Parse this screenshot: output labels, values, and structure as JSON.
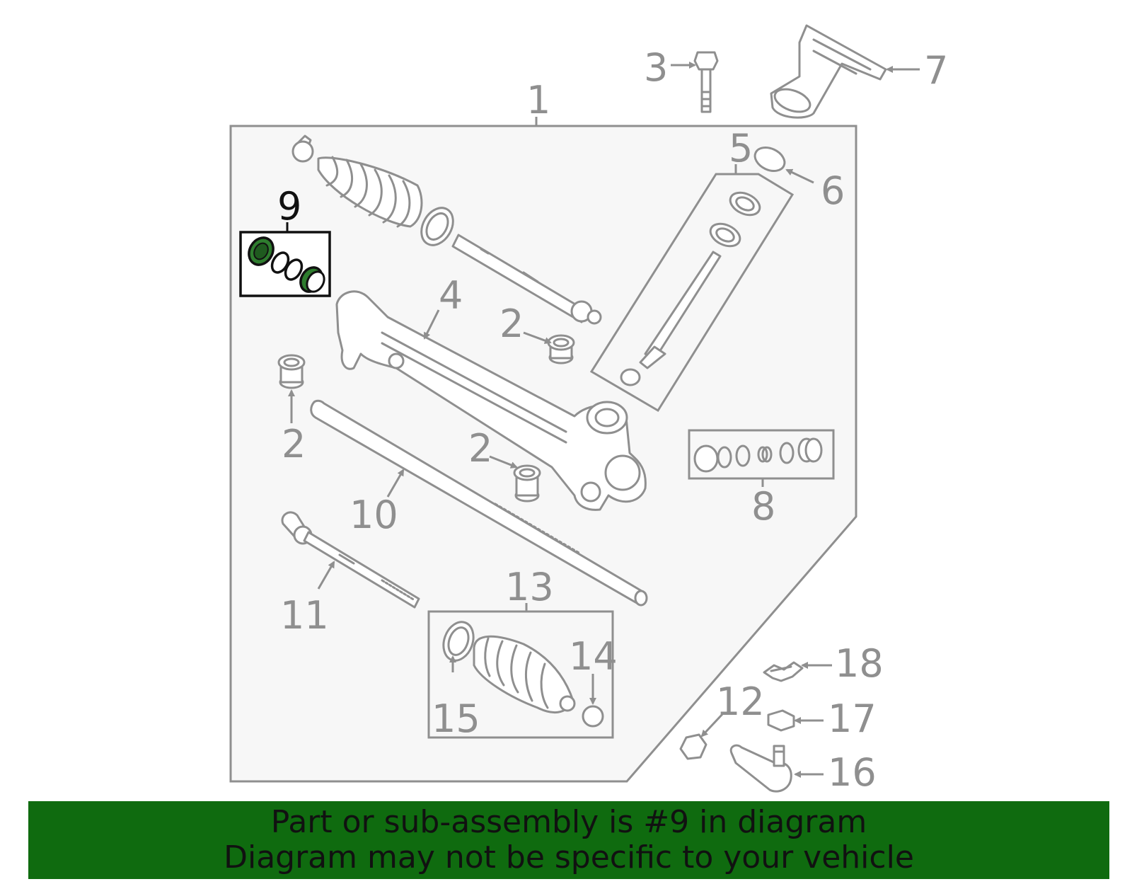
{
  "callouts": {
    "c1": "1",
    "c2a": "2",
    "c2b": "2",
    "c2c": "2",
    "c3": "3",
    "c4": "4",
    "c5": "5",
    "c6": "6",
    "c7": "7",
    "c8": "8",
    "c9": "9",
    "c10": "10",
    "c11": "11",
    "c12": "12",
    "c13": "13",
    "c14": "14",
    "c15": "15",
    "c16": "16",
    "c17": "17",
    "c18": "18"
  },
  "highlighted_part": "9",
  "colors": {
    "highlight": "#2e7d2e",
    "banner": "#0f6b0f",
    "line": "#8f8f8f",
    "panel": "#f7f7f7"
  },
  "banner": {
    "line1": "Part or sub-assembly is #9 in diagram",
    "line2": "Diagram may not be specific to your vehicle"
  }
}
